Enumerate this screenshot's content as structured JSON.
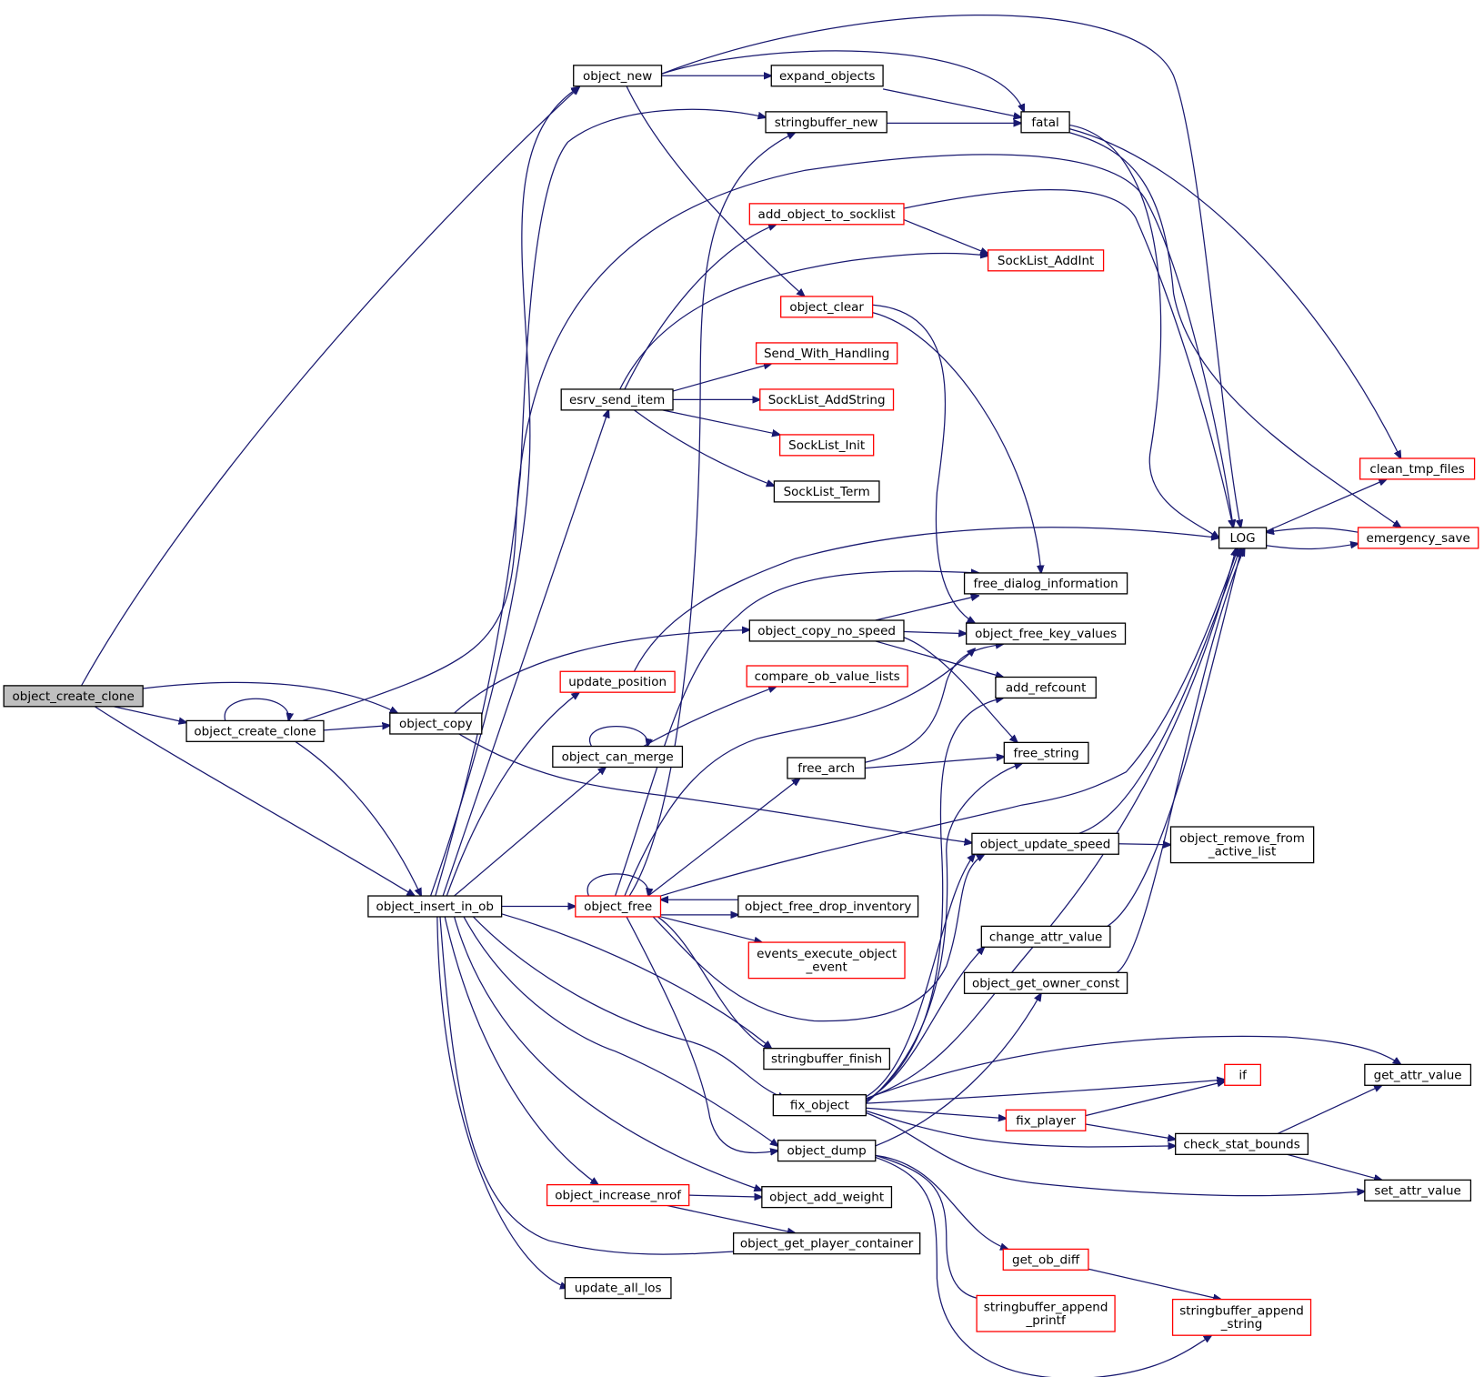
{
  "diagram": {
    "title": "object_create_clone call graph",
    "nodes": {
      "object_create_clone_root": {
        "label": "object_create_clone",
        "style": "root"
      },
      "object_create_clone": {
        "label": "object_create_clone",
        "style": "normal"
      },
      "object_copy": {
        "label": "object_copy",
        "style": "normal"
      },
      "object_insert_in_ob": {
        "label": "object_insert_in_ob",
        "style": "normal"
      },
      "object_new": {
        "label": "object_new",
        "style": "normal"
      },
      "expand_objects": {
        "label": "expand_objects",
        "style": "normal"
      },
      "stringbuffer_new": {
        "label": "stringbuffer_new",
        "style": "normal"
      },
      "fatal": {
        "label": "fatal",
        "style": "normal"
      },
      "add_object_to_socklist": {
        "label": "add_object_to_socklist",
        "style": "red"
      },
      "SockList_AddInt": {
        "label": "SockList_AddInt",
        "style": "red"
      },
      "object_clear": {
        "label": "object_clear",
        "style": "red"
      },
      "Send_With_Handling": {
        "label": "Send_With_Handling",
        "style": "red"
      },
      "esrv_send_item": {
        "label": "esrv_send_item",
        "style": "normal"
      },
      "SockList_AddString": {
        "label": "SockList_AddString",
        "style": "red"
      },
      "SockList_Init": {
        "label": "SockList_Init",
        "style": "red"
      },
      "SockList_Term": {
        "label": "SockList_Term",
        "style": "normal"
      },
      "clean_tmp_files": {
        "label": "clean_tmp_files",
        "style": "red"
      },
      "LOG": {
        "label": "LOG",
        "style": "normal"
      },
      "emergency_save": {
        "label": "emergency_save",
        "style": "red"
      },
      "free_dialog_information": {
        "label": "free_dialog_information",
        "style": "normal"
      },
      "object_copy_no_speed": {
        "label": "object_copy_no_speed",
        "style": "normal"
      },
      "object_free_key_values": {
        "label": "object_free_key_values",
        "style": "normal"
      },
      "update_position": {
        "label": "update_position",
        "style": "red"
      },
      "compare_ob_value_lists": {
        "label": "compare_ob_value_lists",
        "style": "red"
      },
      "add_refcount": {
        "label": "add_refcount",
        "style": "normal"
      },
      "object_can_merge": {
        "label": "object_can_merge",
        "style": "normal"
      },
      "free_string": {
        "label": "free_string",
        "style": "normal"
      },
      "free_arch": {
        "label": "free_arch",
        "style": "normal"
      },
      "object_update_speed": {
        "label": "object_update_speed",
        "style": "normal"
      },
      "object_remove_from_active_list": {
        "label": [
          "object_remove_from",
          "_active_list"
        ],
        "style": "normal"
      },
      "object_free": {
        "label": "object_free",
        "style": "red"
      },
      "object_free_drop_inventory": {
        "label": "object_free_drop_inventory",
        "style": "normal"
      },
      "events_execute_object_event": {
        "label": [
          "events_execute_object",
          "_event"
        ],
        "style": "red"
      },
      "change_attr_value": {
        "label": "change_attr_value",
        "style": "normal"
      },
      "object_get_owner_const": {
        "label": "object_get_owner_const",
        "style": "normal"
      },
      "stringbuffer_finish": {
        "label": "stringbuffer_finish",
        "style": "normal"
      },
      "if": {
        "label": "if",
        "style": "red"
      },
      "get_attr_value": {
        "label": "get_attr_value",
        "style": "normal"
      },
      "fix_object": {
        "label": "fix_object",
        "style": "normal"
      },
      "fix_player": {
        "label": "fix_player",
        "style": "red"
      },
      "object_dump": {
        "label": "object_dump",
        "style": "normal"
      },
      "check_stat_bounds": {
        "label": "check_stat_bounds",
        "style": "normal"
      },
      "set_attr_value": {
        "label": "set_attr_value",
        "style": "normal"
      },
      "object_increase_nrof": {
        "label": "object_increase_nrof",
        "style": "red"
      },
      "object_add_weight": {
        "label": "object_add_weight",
        "style": "normal"
      },
      "object_get_player_container": {
        "label": "object_get_player_container",
        "style": "normal"
      },
      "get_ob_diff": {
        "label": "get_ob_diff",
        "style": "red"
      },
      "update_all_los": {
        "label": "update_all_los",
        "style": "normal"
      },
      "stringbuffer_append_printf": {
        "label": [
          "stringbuffer_append",
          "_printf"
        ],
        "style": "red"
      },
      "stringbuffer_append_string": {
        "label": [
          "stringbuffer_append",
          "_string"
        ],
        "style": "red"
      }
    },
    "edges": [
      [
        "object_create_clone_root",
        "object_new"
      ],
      [
        "object_create_clone_root",
        "object_copy"
      ],
      [
        "object_create_clone_root",
        "object_create_clone"
      ],
      [
        "object_create_clone_root",
        "object_insert_in_ob"
      ],
      [
        "object_create_clone",
        "object_create_clone"
      ],
      [
        "object_create_clone",
        "object_copy"
      ],
      [
        "object_create_clone",
        "object_insert_in_ob"
      ],
      [
        "object_create_clone",
        "LOG"
      ],
      [
        "object_copy",
        "object_copy_no_speed"
      ],
      [
        "object_copy",
        "object_update_speed"
      ],
      [
        "object_new",
        "expand_objects"
      ],
      [
        "object_new",
        "fatal"
      ],
      [
        "object_new",
        "LOG"
      ],
      [
        "object_new",
        "object_clear"
      ],
      [
        "expand_objects",
        "fatal"
      ],
      [
        "stringbuffer_new",
        "fatal"
      ],
      [
        "fatal",
        "clean_tmp_files"
      ],
      [
        "fatal",
        "LOG"
      ],
      [
        "fatal",
        "emergency_save"
      ],
      [
        "add_object_to_socklist",
        "SockList_AddInt"
      ],
      [
        "add_object_to_socklist",
        "LOG"
      ],
      [
        "object_clear",
        "free_dialog_information"
      ],
      [
        "object_clear",
        "object_free_key_values"
      ],
      [
        "esrv_send_item",
        "add_object_to_socklist"
      ],
      [
        "esrv_send_item",
        "SockList_AddInt"
      ],
      [
        "esrv_send_item",
        "Send_With_Handling"
      ],
      [
        "esrv_send_item",
        "SockList_AddString"
      ],
      [
        "esrv_send_item",
        "SockList_Init"
      ],
      [
        "esrv_send_item",
        "SockList_Term"
      ],
      [
        "LOG",
        "clean_tmp_files"
      ],
      [
        "LOG",
        "emergency_save"
      ],
      [
        "emergency_save",
        "LOG"
      ],
      [
        "object_copy_no_speed",
        "free_dialog_information"
      ],
      [
        "object_copy_no_speed",
        "object_free_key_values"
      ],
      [
        "object_copy_no_speed",
        "add_refcount"
      ],
      [
        "object_copy_no_speed",
        "free_string"
      ],
      [
        "update_position",
        "LOG"
      ],
      [
        "object_can_merge",
        "object_can_merge"
      ],
      [
        "object_can_merge",
        "compare_ob_value_lists"
      ],
      [
        "free_arch",
        "free_string"
      ],
      [
        "free_arch",
        "object_free_key_values"
      ],
      [
        "object_update_speed",
        "LOG"
      ],
      [
        "object_update_speed",
        "object_remove_from_active_list"
      ],
      [
        "object_insert_in_ob",
        "object_new"
      ],
      [
        "object_insert_in_ob",
        "stringbuffer_new"
      ],
      [
        "object_insert_in_ob",
        "esrv_send_item"
      ],
      [
        "object_insert_in_ob",
        "update_position"
      ],
      [
        "object_insert_in_ob",
        "object_can_merge"
      ],
      [
        "object_insert_in_ob",
        "object_free"
      ],
      [
        "object_insert_in_ob",
        "stringbuffer_finish"
      ],
      [
        "object_insert_in_ob",
        "fix_object"
      ],
      [
        "object_insert_in_ob",
        "object_dump"
      ],
      [
        "object_insert_in_ob",
        "object_increase_nrof"
      ],
      [
        "object_insert_in_ob",
        "object_add_weight"
      ],
      [
        "object_insert_in_ob",
        "object_get_player_container"
      ],
      [
        "object_insert_in_ob",
        "update_all_los"
      ],
      [
        "object_free",
        "object_free"
      ],
      [
        "object_free",
        "stringbuffer_new"
      ],
      [
        "object_free",
        "free_dialog_information"
      ],
      [
        "object_free",
        "object_free_key_values"
      ],
      [
        "object_free",
        "free_arch"
      ],
      [
        "object_free",
        "object_free_drop_inventory"
      ],
      [
        "object_free",
        "events_execute_object_event"
      ],
      [
        "object_free",
        "object_update_speed"
      ],
      [
        "object_free",
        "stringbuffer_finish"
      ],
      [
        "object_free",
        "object_dump"
      ],
      [
        "object_free",
        "LOG"
      ],
      [
        "object_free_drop_inventory",
        "object_free"
      ],
      [
        "change_attr_value",
        "LOG"
      ],
      [
        "object_get_owner_const",
        "LOG"
      ],
      [
        "fix_object",
        "LOG"
      ],
      [
        "fix_object",
        "object_update_speed"
      ],
      [
        "fix_object",
        "change_attr_value"
      ],
      [
        "fix_object",
        "add_refcount"
      ],
      [
        "fix_object",
        "free_string"
      ],
      [
        "fix_object",
        "if"
      ],
      [
        "fix_object",
        "get_attr_value"
      ],
      [
        "fix_object",
        "fix_player"
      ],
      [
        "fix_object",
        "check_stat_bounds"
      ],
      [
        "fix_object",
        "set_attr_value"
      ],
      [
        "fix_player",
        "if"
      ],
      [
        "fix_player",
        "check_stat_bounds"
      ],
      [
        "check_stat_bounds",
        "get_attr_value"
      ],
      [
        "check_stat_bounds",
        "set_attr_value"
      ],
      [
        "object_dump",
        "object_get_owner_const"
      ],
      [
        "object_dump",
        "get_ob_diff"
      ],
      [
        "object_dump",
        "stringbuffer_append_printf"
      ],
      [
        "object_dump",
        "stringbuffer_append_string"
      ],
      [
        "get_ob_diff",
        "stringbuffer_append_string"
      ],
      [
        "object_increase_nrof",
        "object_add_weight"
      ],
      [
        "object_increase_nrof",
        "object_get_player_container"
      ]
    ]
  }
}
